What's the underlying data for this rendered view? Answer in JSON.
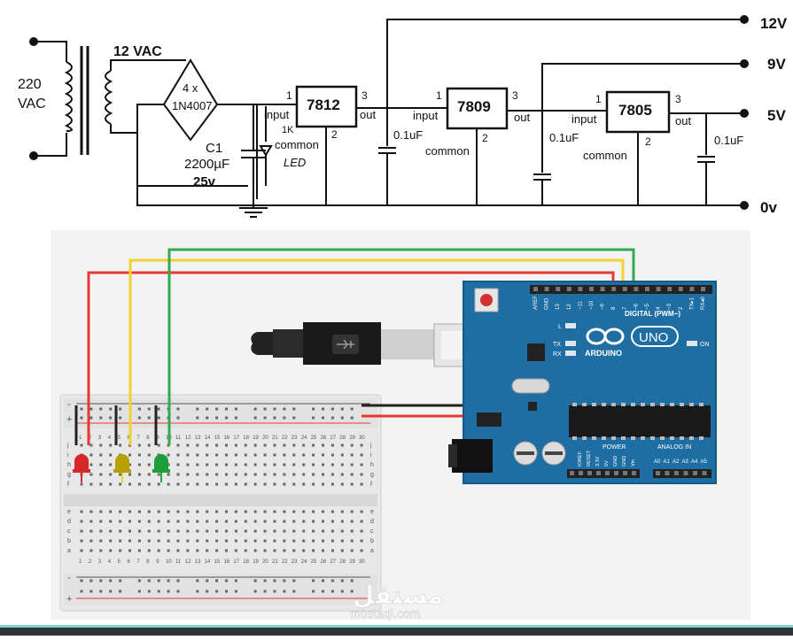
{
  "schematic": {
    "input_voltage_line1": "220",
    "input_voltage_line2": "VAC",
    "transformer_output": "12 VAC",
    "rectifier_label_a": "4 x",
    "rectifier_label_b": "1N4007",
    "capacitor_name": "C1",
    "capacitor_value": "2200µF",
    "capacitor_voltage": "25v",
    "led_label": "LED",
    "resistor_label": "1K",
    "regulators": [
      {
        "name": "7812",
        "pin1": "1",
        "pin2": "2",
        "pin3": "3",
        "input": "input",
        "output": "out",
        "common": "common",
        "bypass_cap": "0.1uF"
      },
      {
        "name": "7809",
        "pin1": "1",
        "pin2": "2",
        "pin3": "3",
        "input": "input",
        "output": "out",
        "common": "common",
        "bypass_cap": "0.1uF"
      },
      {
        "name": "7805",
        "pin1": "1",
        "pin2": "2",
        "pin3": "3",
        "input": "input",
        "output": "out",
        "common": "common",
        "bypass_cap": "0.1uF"
      }
    ],
    "outputs": [
      "12V",
      "9V",
      "5V",
      "0v"
    ]
  },
  "arduino": {
    "brand": "ARDUINO",
    "model": "UNO",
    "digital_label": "DIGITAL (PWM~)",
    "power_label": "POWER",
    "analog_label": "ANALOG IN",
    "on_label": "ON",
    "l_label": "L",
    "tx_label": "TX",
    "rx_label": "RX",
    "top_pins": [
      "AREF",
      "GND",
      "13",
      "12",
      "~11",
      "~10",
      "~9",
      "8",
      "7",
      "~6",
      "~5",
      "4",
      "~3",
      "2",
      "TX▸1",
      "RX◂0"
    ],
    "power_pins": [
      "IOREF",
      "RESET",
      "3.3V",
      "5V",
      "GND",
      "GND",
      "Vin"
    ],
    "analog_pins": [
      "A0",
      "A1",
      "A2",
      "A3",
      "A4",
      "A5"
    ]
  },
  "breadboard": {
    "column_numbers": [
      "1",
      "2",
      "3",
      "4",
      "5",
      "6",
      "7",
      "8",
      "9",
      "10",
      "11",
      "12",
      "13",
      "14",
      "15",
      "16",
      "17",
      "18",
      "19",
      "20",
      "21",
      "22",
      "23",
      "24",
      "25",
      "26",
      "27",
      "28",
      "29",
      "30"
    ],
    "rows_top": [
      "j",
      "i",
      "h",
      "g",
      "f"
    ],
    "rows_bottom": [
      "e",
      "d",
      "c",
      "b",
      "a"
    ],
    "rail_minus": "-",
    "rail_plus": "+"
  },
  "leds": [
    {
      "color": "#d62828",
      "lead": "#d62828"
    },
    {
      "color": "#b8a000",
      "lead": "#e6d800"
    },
    {
      "color": "#1e9e3a",
      "lead": "#22a83c"
    }
  ],
  "wire_colors": {
    "red": "#e53935",
    "yellow": "#f2d230",
    "green": "#34a853",
    "black": "#222222"
  },
  "watermark": {
    "arabic": "مستقل",
    "latin": "mostaql.com"
  }
}
